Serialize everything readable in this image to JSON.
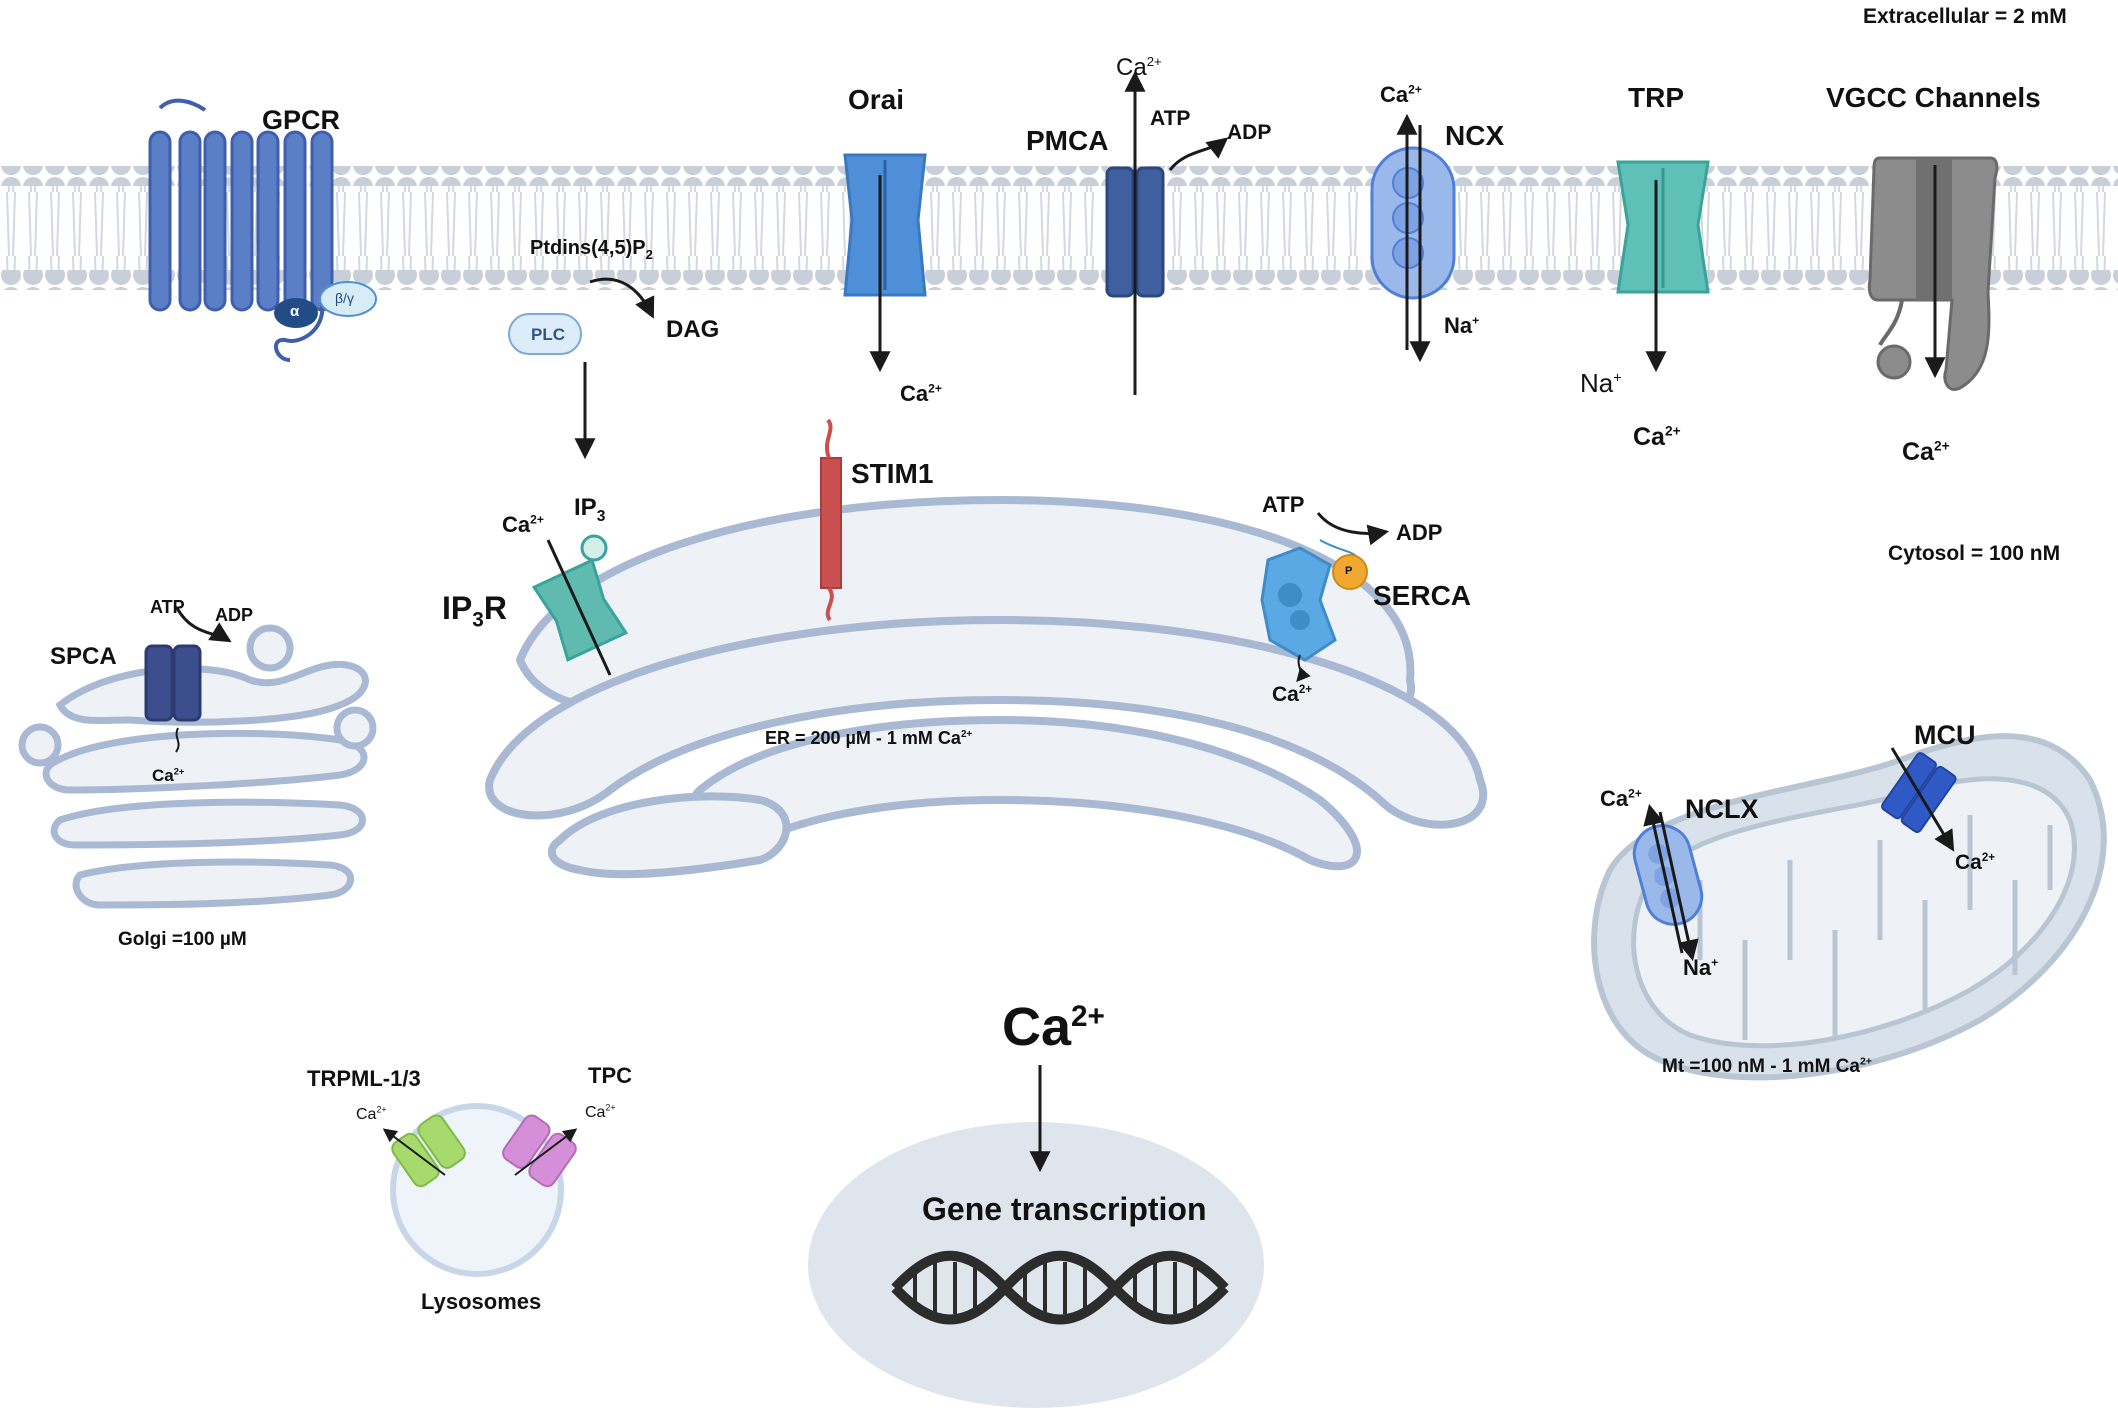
{
  "concentrations": {
    "extracellular": "Extracellular = 2 mM",
    "cytosol": "Cytosol = 100 nM",
    "er": "ER = 200 µM - 1 mM Ca",
    "golgi": "Golgi =100 µM",
    "mitochondria": "Mt =100 nM - 1 mM Ca"
  },
  "ions": {
    "ca": "Ca",
    "ca_charge": "2+",
    "na": "Na",
    "na_charge": "+"
  },
  "molecules": {
    "atp": "ATP",
    "adp": "ADP",
    "ip3": "IP",
    "ip3_sub": "3",
    "pip2": "Ptdins(4,5)P",
    "pip2_sub": "2",
    "dag": "DAG",
    "plc": "PLC",
    "p": "P"
  },
  "membrane_proteins": {
    "gpcr": "GPCR",
    "g_alpha": "α",
    "g_betagamma": "β/γ",
    "orai": "Orai",
    "pmca": "PMCA",
    "ncx": "NCX",
    "trp": "TRP",
    "vgcc": "VGCC Channels"
  },
  "er_proteins": {
    "stim1": "STIM1",
    "ip3r": "IP",
    "ip3r_sub": "3",
    "ip3r_suffix": "R",
    "serca": "SERCA"
  },
  "organelles": {
    "spca": "SPCA",
    "lysosomes": "Lysosomes",
    "trpml": "TRPML-1/3",
    "tpc": "TPC",
    "ncx_mito": "NCLX",
    "mcu": "MCU"
  },
  "nucleus": {
    "gene_transcription": "Gene transcription"
  },
  "colors": {
    "membrane_bead": "#c8cfd8",
    "membrane_tail": "#d4dae2",
    "gpcr": "#5b7fc6",
    "orai": "#4f8fd8",
    "pmca": "#3f5f9e",
    "ncx": "#9bb8ea",
    "trp": "#5fc0b8",
    "vgcc": "#8c8c8c",
    "stim1": "#c9504e",
    "ip3r": "#5fbab0",
    "serca": "#5aa8e4",
    "spca": "#3d4e8e",
    "trpml": "#a6da6c",
    "tpc": "#d58ed8",
    "mcu": "#2f59c4",
    "organelle_fill": "#eef2f6",
    "organelle_edge": "#a9b9d4",
    "nucleus_fill": "#dfe5ec"
  }
}
